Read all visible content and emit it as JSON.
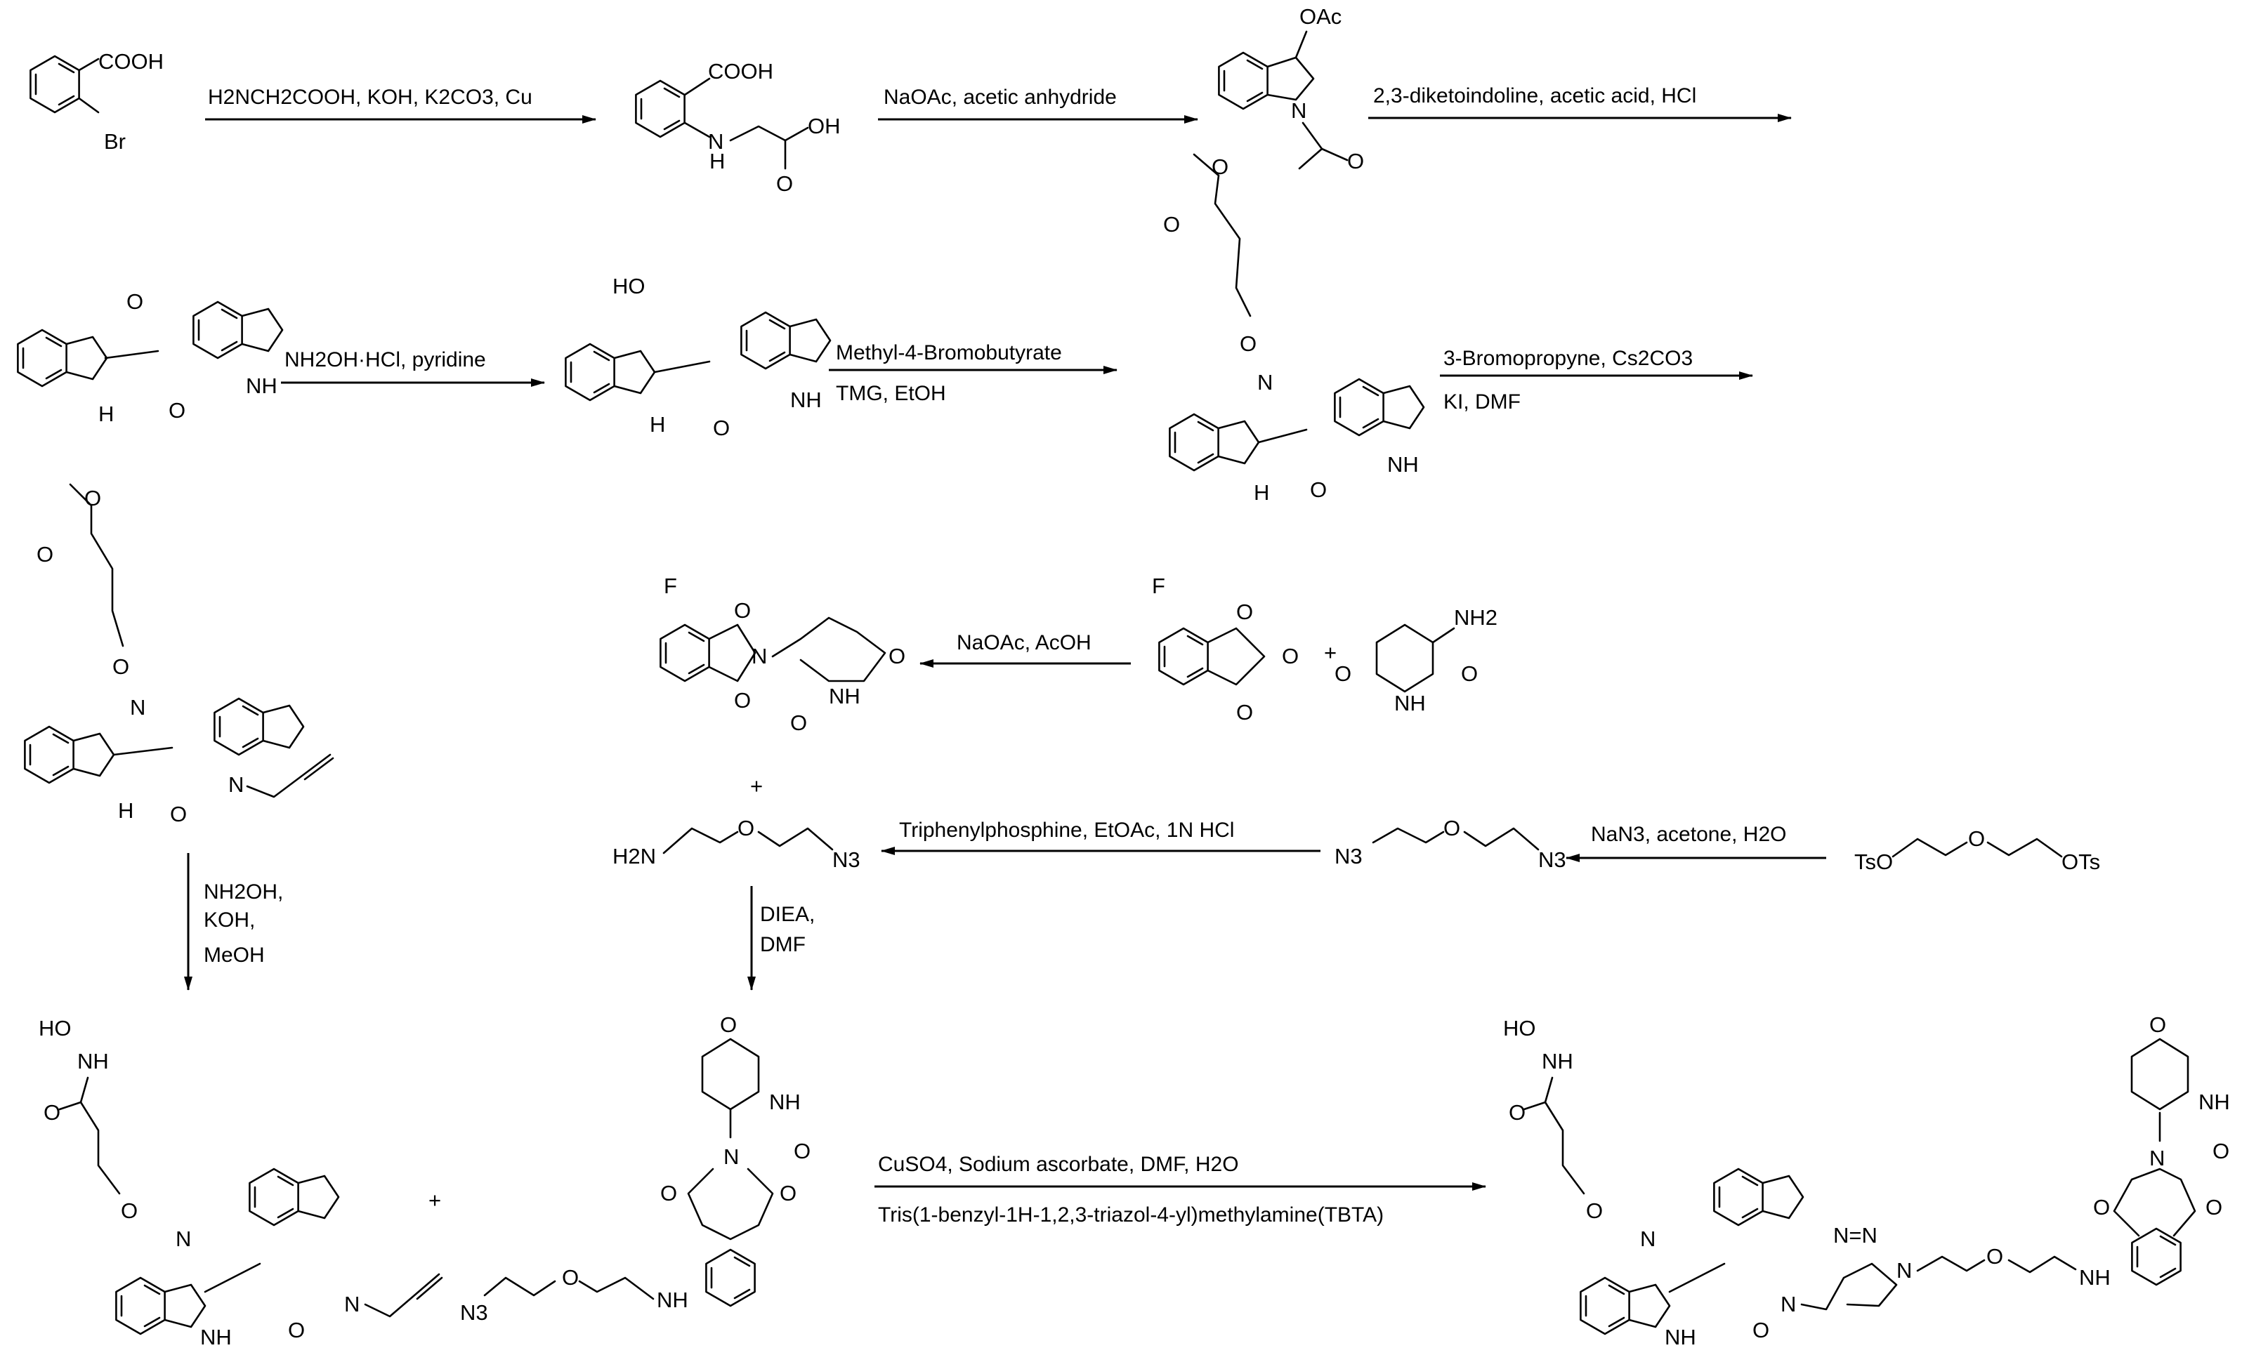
{
  "scheme": {
    "step_a": {
      "reagents": [
        "H2NCH2COOH, KOH, K2CO3, Cu"
      ]
    },
    "step_b": {
      "reagents": [
        "NaOAc, acetic anhydride"
      ]
    },
    "step_c": {
      "reagents": [
        "2,3-diketoindoline,  acetic acid, HCl"
      ]
    },
    "step_d": {
      "reagents": [
        "NH2OH·HCl, pyridine"
      ]
    },
    "step_e": {
      "reagents": [
        "Methyl-4-Bromobutyrate",
        "TMG, EtOH"
      ]
    },
    "step_f": {
      "reagents": [
        "3-Bromopropyne, Cs2CO3",
        "KI, DMF"
      ]
    },
    "step_g": {
      "reagents": [
        "NH2OH,",
        "KOH,",
        "MeOH"
      ]
    },
    "step_h": {
      "reagents": [
        "NaOAc, AcOH"
      ]
    },
    "step_i": {
      "reagents": [
        "NaN3, acetone, H2O"
      ]
    },
    "step_j": {
      "reagents": [
        "Triphenylphosphine, EtOAc, 1N HCl"
      ]
    },
    "step_k": {
      "reagents": [
        "DIEA,",
        "DMF"
      ]
    },
    "step_l": {
      "reagents": [
        "CuSO4, Sodium ascorbate, DMF, H2O",
        "Tris(1-benzyl-1H-1,2,3-triazol-4-yl)methylamine(TBTA)"
      ]
    },
    "plus_signs": [
      "+",
      "+",
      "+"
    ],
    "atom_labels": {
      "cooh": "COOH",
      "br": "Br",
      "oh": "OH",
      "nh": "NH",
      "n": "N",
      "h": "H",
      "o": "O",
      "oac": "OAc",
      "f": "F",
      "nh2": "NH2",
      "h2n": "H2N",
      "n3": "N3",
      "tso": "TsO",
      "ots": "OTs",
      "ho": "HO",
      "nn": "N=N"
    }
  }
}
